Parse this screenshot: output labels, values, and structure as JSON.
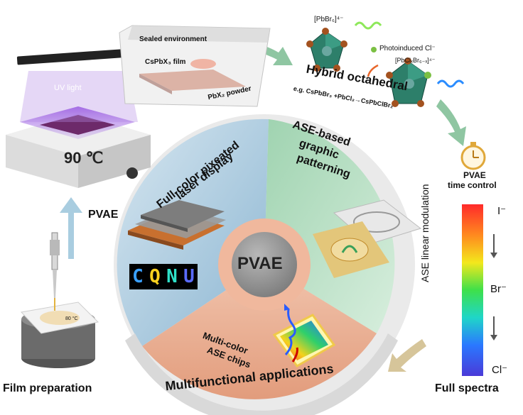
{
  "colors": {
    "accent_blue": "#9ec4dc",
    "accent_green": "#7ec59e",
    "accent_peach": "#e8a98a",
    "center_gray": "#8e8e8e",
    "arrow_blue": "#a9cde0",
    "arrow_green": "#8fc6a2",
    "arrow_tan": "#d6c59a",
    "uv_purple": "#7b3fc9"
  },
  "film_prep": {
    "label": "Film preparation",
    "arrow_label": "PVAE",
    "stage_temp": "80 °C"
  },
  "uv_setup": {
    "uv_label": "UV light",
    "temperature": "90 ℃"
  },
  "sealed_box": {
    "title": "Sealed environment",
    "film_label": "CsPbX₃ film",
    "powder_label": "PbX₂ powder"
  },
  "octahedral": {
    "pbbr6_label": "[PbBr₆]⁴⁻",
    "photoinduced_label": "Photoinduced Cl⁻",
    "mixed_label": "[PbClₓBr₆₋ₓ]⁴⁻",
    "title": "Hybrid octahedral",
    "example": "e.g.  CsPbBr₃ +PbCl₂→CsPbClBr₂"
  },
  "time_control": {
    "label_line1": "PVAE",
    "label_line2": "time control"
  },
  "spectrum": {
    "axis_label": "ASE linear modulation",
    "top_label": "I⁻",
    "mid_label": "Br⁻",
    "bottom_label": "Cl⁻",
    "footer": "Full spectra"
  },
  "wheel": {
    "center_label": "PVAE",
    "display_title_line1": "Full-color pixeated",
    "display_title_line2": "laser display",
    "patterning_line1": "ASE-based",
    "patterning_line2": "graphic",
    "patterning_line3": "patterning",
    "chips_line1": "Multi-color",
    "chips_line2": "ASE chips",
    "cqnu_letters": [
      "C",
      "Q",
      "N",
      "U"
    ],
    "cqnu_colors": [
      "#3aa0ff",
      "#ffd21f",
      "#2fe0c8",
      "#5a6bff"
    ],
    "outer_label": "Multifunctional applications"
  }
}
